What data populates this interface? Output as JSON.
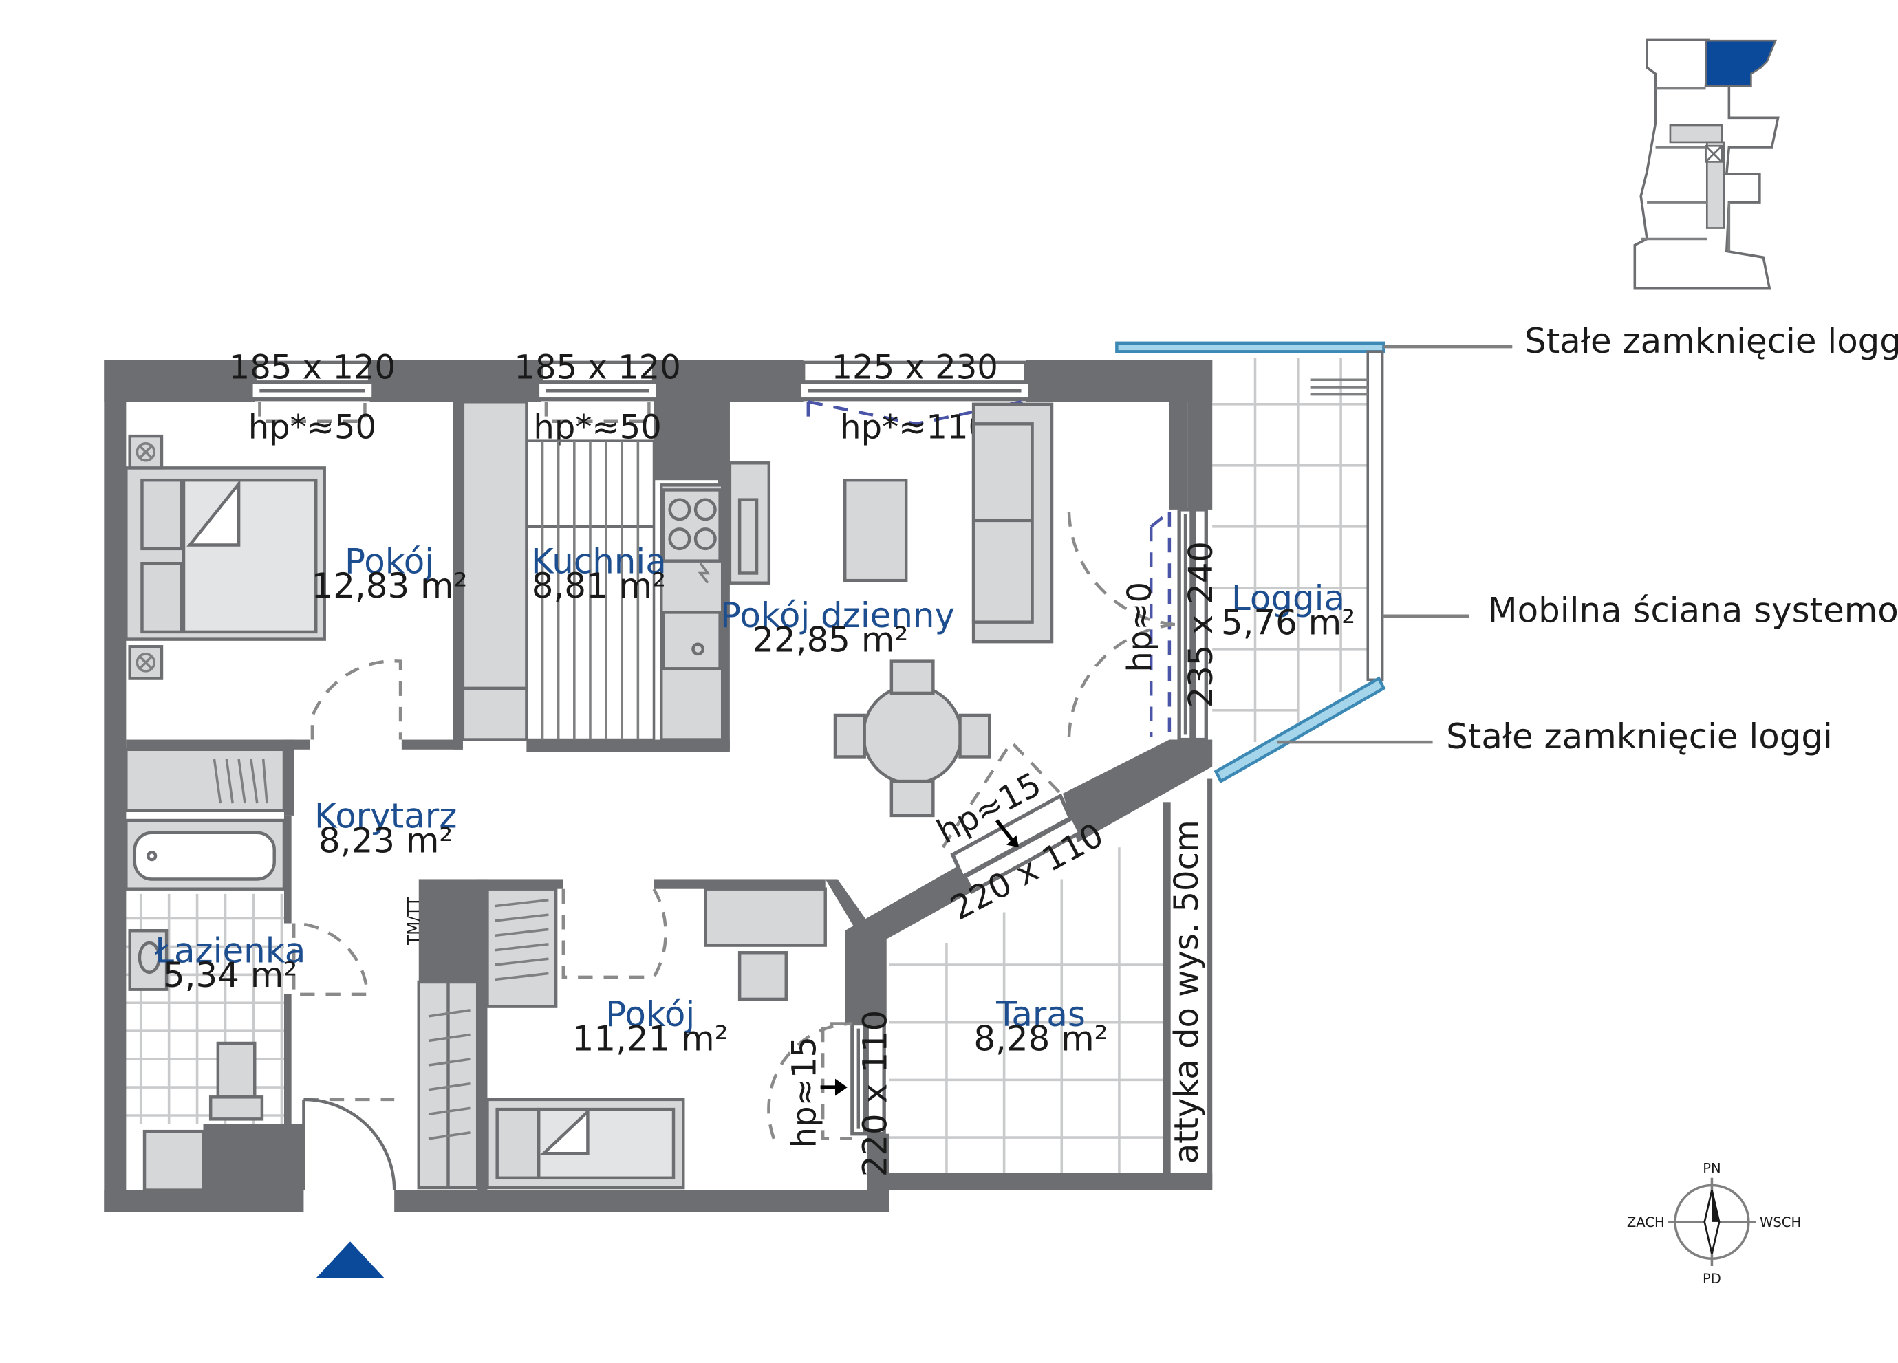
{
  "rooms": {
    "bedroom1": {
      "name": "Pokój",
      "area": "12,83 m²"
    },
    "kitchen": {
      "name": "Kuchnia",
      "area": "8,81 m²"
    },
    "living": {
      "name": "Pokój dzienny",
      "area": "22,85 m²"
    },
    "loggia": {
      "name": "Loggia",
      "area": "5,76 m²"
    },
    "corridor": {
      "name": "Korytarz",
      "area": "8,23 m²"
    },
    "bathroom": {
      "name": "Łazienka",
      "area": "5,34 m²"
    },
    "bedroom2": {
      "name": "Pokój",
      "area": "11,21 m²"
    },
    "terrace": {
      "name": "Taras",
      "area": "8,28 m²"
    }
  },
  "windows": {
    "w1": {
      "size": "185 x 120",
      "sill": "hp*≈50"
    },
    "w2": {
      "size": "185 x 120",
      "sill": "hp*≈50"
    },
    "w3": {
      "size": "125 x 230",
      "sill": "hp*≈110"
    },
    "w4": {
      "size": "235 x 240",
      "sill": "hp≈0"
    },
    "w5": {
      "size": "220 x 110",
      "sill": "hp≈15"
    },
    "w6": {
      "size": "220 x 110",
      "sill": "hp≈15"
    }
  },
  "labels": {
    "tmtt": "TM/TT",
    "attyka": "attyka do wys. 50cm",
    "stale1": "Stałe zamknięcie loggi",
    "mobilna": "Mobilna ściana systemowa",
    "stale2": "Stałe zamknięcie loggi"
  },
  "compass": {
    "n": "PN",
    "s": "PD",
    "w": "ZACH",
    "e": "WSCH"
  },
  "colors": {
    "wall": "#6d6e71",
    "accent": "#1d4e8f",
    "glass": "#a5d5ea",
    "furniture": "#d6d7d8"
  },
  "icons": {
    "entrance": "triangle-up",
    "compass": "compass-rose"
  }
}
